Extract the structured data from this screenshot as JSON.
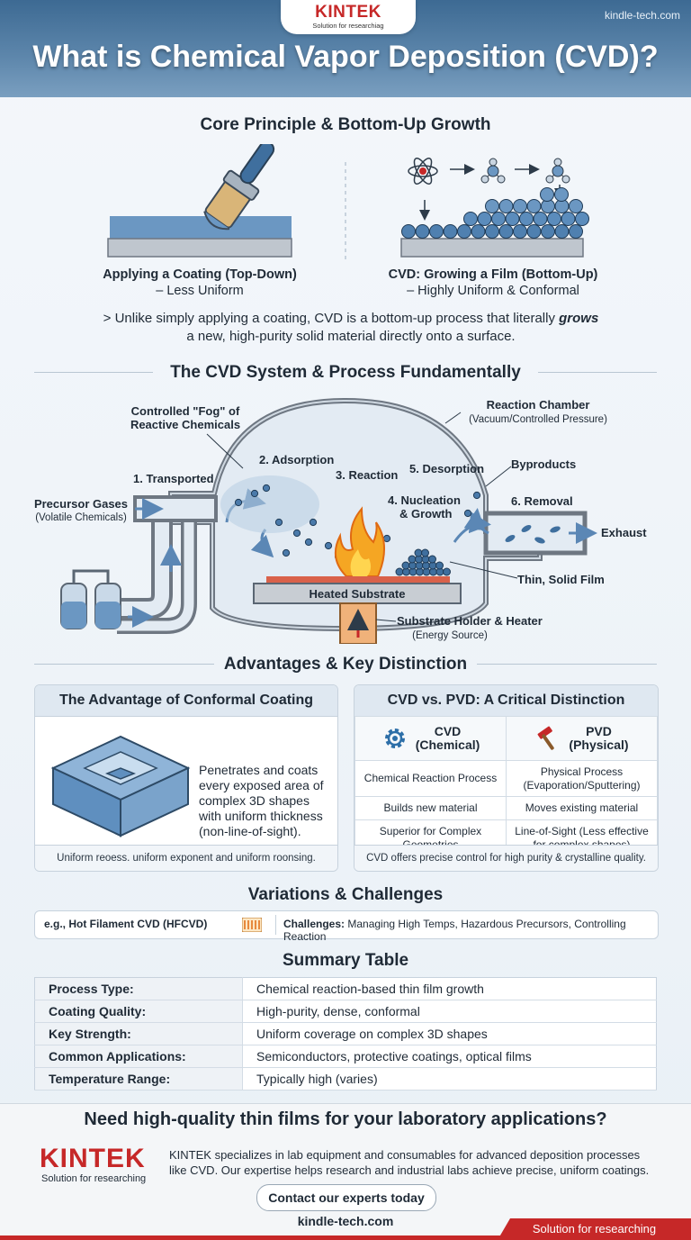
{
  "header": {
    "brand": "KINTEK",
    "brand_tagline": "Solution for researchiag",
    "site": "kindle-tech.com",
    "title": "What is Chemical Vapor Deposition (CVD)?"
  },
  "core": {
    "title": "Core Principle & Bottom-Up Growth",
    "left_caption_title": "Applying a Coating (Top-Down)",
    "left_caption_sub": "– Less Uniform",
    "right_caption_title": "CVD: Growing a Film (Bottom-Up)",
    "right_caption_sub": "– Highly Uniform & Conformal",
    "lead_pre": "> Unlike simply applying a coating, CVD is a bottom-up process that literally",
    "lead_em": "grows",
    "lead_post": "a new, high-purity solid material directly onto a surface."
  },
  "system": {
    "title": "The CVD System & Process Fundamentally",
    "fog_label_1": "Controlled \"Fog\" of",
    "fog_label_2": "Reactive Chemicals",
    "chamber_label": "Reaction Chamber",
    "chamber_sub": "(Vacuum/Controlled Pressure)",
    "step1": "1. Transported",
    "step2": "2. Adsorption",
    "step3": "3. Reaction",
    "step4a": "4. Nucleation",
    "step4b": "& Growth",
    "step5": "5. Desorption",
    "step6": "6. Removal",
    "byproducts": "Byproducts",
    "precursor": "Precursor Gases",
    "precursor_sub": "(Volatile Chemicals)",
    "exhaust": "Exhaust",
    "heated_substrate": "Heated Substrate",
    "thin_film": "Thin, Solid Film",
    "holder": "Substrate Holder & Heater",
    "holder_sub": "(Energy Source)"
  },
  "advantages": {
    "title": "Advantages & Key Distinction",
    "conformal_title": "The Advantage of Conformal Coating",
    "conformal_text": "Penetrates and coats every exposed area of complex 3D shapes with uniform thickness (non-line-of-sight).",
    "conformal_foot": "Uniform reoess. uniform exponent and uniform roonsing.",
    "cmp_title": "CVD vs. PVD: A Critical Distinction",
    "cvd_head_1": "CVD",
    "cvd_head_2": "(Chemical)",
    "pvd_head_1": "PVD",
    "pvd_head_2": "(Physical)",
    "rows": [
      {
        "cvd": "Chemical Reaction Process",
        "pvd": "Physical Process (Evaporation/Sputtering)"
      },
      {
        "cvd": "Builds new material",
        "pvd": "Moves existing material"
      },
      {
        "cvd": "Superior for Complex Geometries",
        "pvd": "Line-of-Sight (Less effective for complex shapes)"
      }
    ],
    "cmp_foot": "CVD offers precise control for high purity & crystalline quality."
  },
  "variations": {
    "title": "Variations & Challenges",
    "example": "e.g., Hot Filament CVD (HFCVD)",
    "challenges_label": "Challenges:",
    "challenges": "Managing High Temps, Hazardous Precursors, Controlling Reaction"
  },
  "summary": {
    "title": "Summary Table",
    "rows": [
      {
        "k": "Process Type:",
        "v": "Chemical reaction-based thin film growth"
      },
      {
        "k": "Coating Quality:",
        "v": "High-purity, dense, conformal"
      },
      {
        "k": "Key Strength:",
        "v": "Uniform coverage on complex 3D shapes"
      },
      {
        "k": "Common Applications:",
        "v": "Semiconductors, protective coatings, optical films"
      },
      {
        "k": "Temperature Range:",
        "v": "Typically high (varies)"
      }
    ]
  },
  "footer": {
    "question": "Need high-quality thin films for your laboratory applications?",
    "brand": "KINTEK",
    "tagline": "Solution for researching",
    "description": "KINTEK specializes in lab equipment and consumables for advanced deposition processes like CVD. Our expertise helps research and industrial labs achieve precise, uniform coatings.",
    "cta": "Contact our experts today",
    "url": "kindle-tech.com",
    "ribbon": "Solution for researching"
  }
}
